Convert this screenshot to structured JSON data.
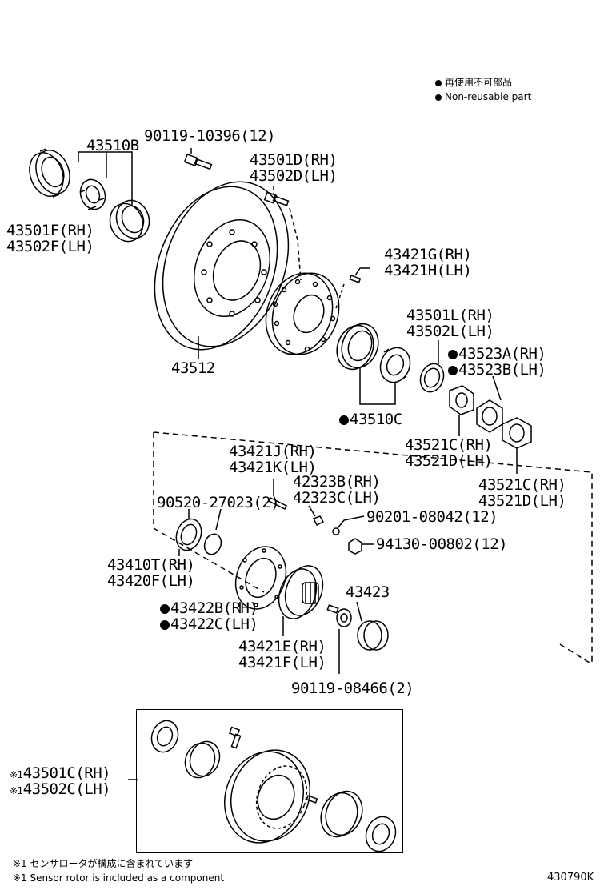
{
  "legend": {
    "jp": "再使用不可部品",
    "en": "Non-reusable part"
  },
  "labels": {
    "p43510B": "43510B",
    "p90119_10396": "90119-10396(12)",
    "p43501D": "43501D(RH)",
    "p43502D": "43502D(LH)",
    "p43501F": "43501F(RH)",
    "p43502F": "43502F(LH)",
    "p43421G": "43421G(RH)",
    "p43421H": "43421H(LH)",
    "p43501L": "43501L(RH)",
    "p43502L": "43502L(LH)",
    "p43523A": "43523A(RH)",
    "p43523B": "43523B(LH)",
    "p43512": "43512",
    "p43510C": "43510C",
    "p43421J": "43421J(RH)",
    "p43421K": "43421K(LH)",
    "p43521C_a": "43521C(RH)",
    "p43521D_a": "43521D(LH)",
    "p42323B": "42323B(RH)",
    "p42323C": "42323C(LH)",
    "p90520": "90520-27023(2)",
    "p90201": "90201-08042(12)",
    "p43521C_b": "43521C(RH)",
    "p43521D_b": "43521D(LH)",
    "p94130": "94130-00802(12)",
    "p43410T": "43410T(RH)",
    "p43420F": "43420F(LH)",
    "p43423": "43423",
    "p43422B": "43422B(RH)",
    "p43422C": "43422C(LH)",
    "p43421E": "43421E(RH)",
    "p43421F": "43421F(LH)",
    "p90119_08466": "90119-08466(2)",
    "p43501C": "43501C(RH)",
    "p43502C": "43502C(LH)"
  },
  "ref_mark": "※1",
  "footnote": {
    "jp": "センサロータが構成に含まれています",
    "en": "Sensor rotor is included as a component"
  },
  "diagram_code": "430790K"
}
